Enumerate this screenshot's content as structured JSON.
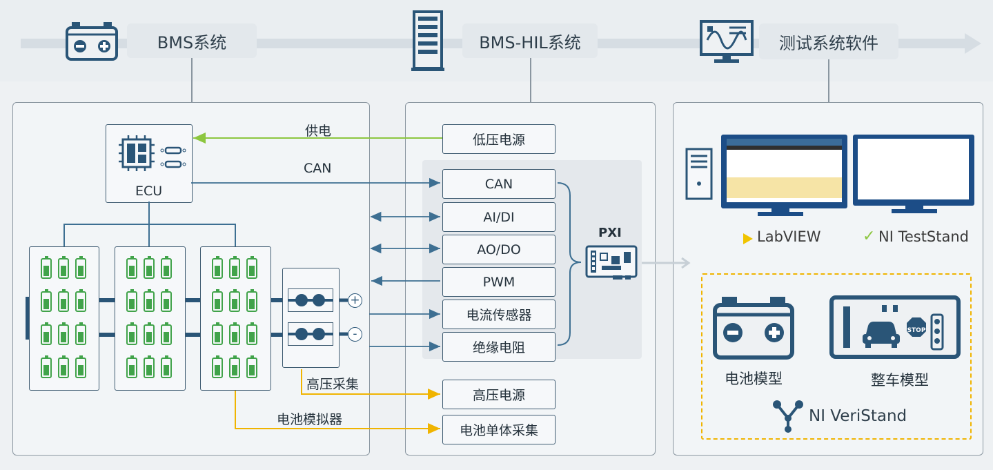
{
  "header": {
    "items": [
      {
        "icon": "battery-icon",
        "label": "BMS系统"
      },
      {
        "icon": "server-rack-icon",
        "label": "BMS-HIL系统"
      },
      {
        "icon": "monitor-waveform-icon",
        "label": "测试系统软件"
      }
    ]
  },
  "bms_panel": {
    "ecu_label": "ECU",
    "supply_link": "供电",
    "can_link": "CAN",
    "hv_link": "高压采集",
    "battery_sim_link": "电池模拟器",
    "plus_sign": "+",
    "minus_sign": "-"
  },
  "hil_panel": {
    "low_voltage_supply": "低压电源",
    "pxi_label": "PXI",
    "io_boxes": [
      "CAN",
      "AI/DI",
      "AO/DO",
      "PWM",
      "电流传感器",
      "绝缘电阻"
    ],
    "high_voltage_supply": "高压电源",
    "cell_acquisition": "电池单体采集"
  },
  "software_panel": {
    "labview": "LabVIEW",
    "teststand": "NI TestStand",
    "battery_model": "电池模型",
    "vehicle_model": "整车模型",
    "veristand": "NI VeriStand",
    "stop_sign": "STOP"
  },
  "colors": {
    "supply_line": "#8cc63f",
    "signal_line": "#3d6f92",
    "hv_line": "#f0b400",
    "cell_green": "#41a34a",
    "dark_blue": "#2a5577",
    "screen_blue": "#1c4d87"
  }
}
